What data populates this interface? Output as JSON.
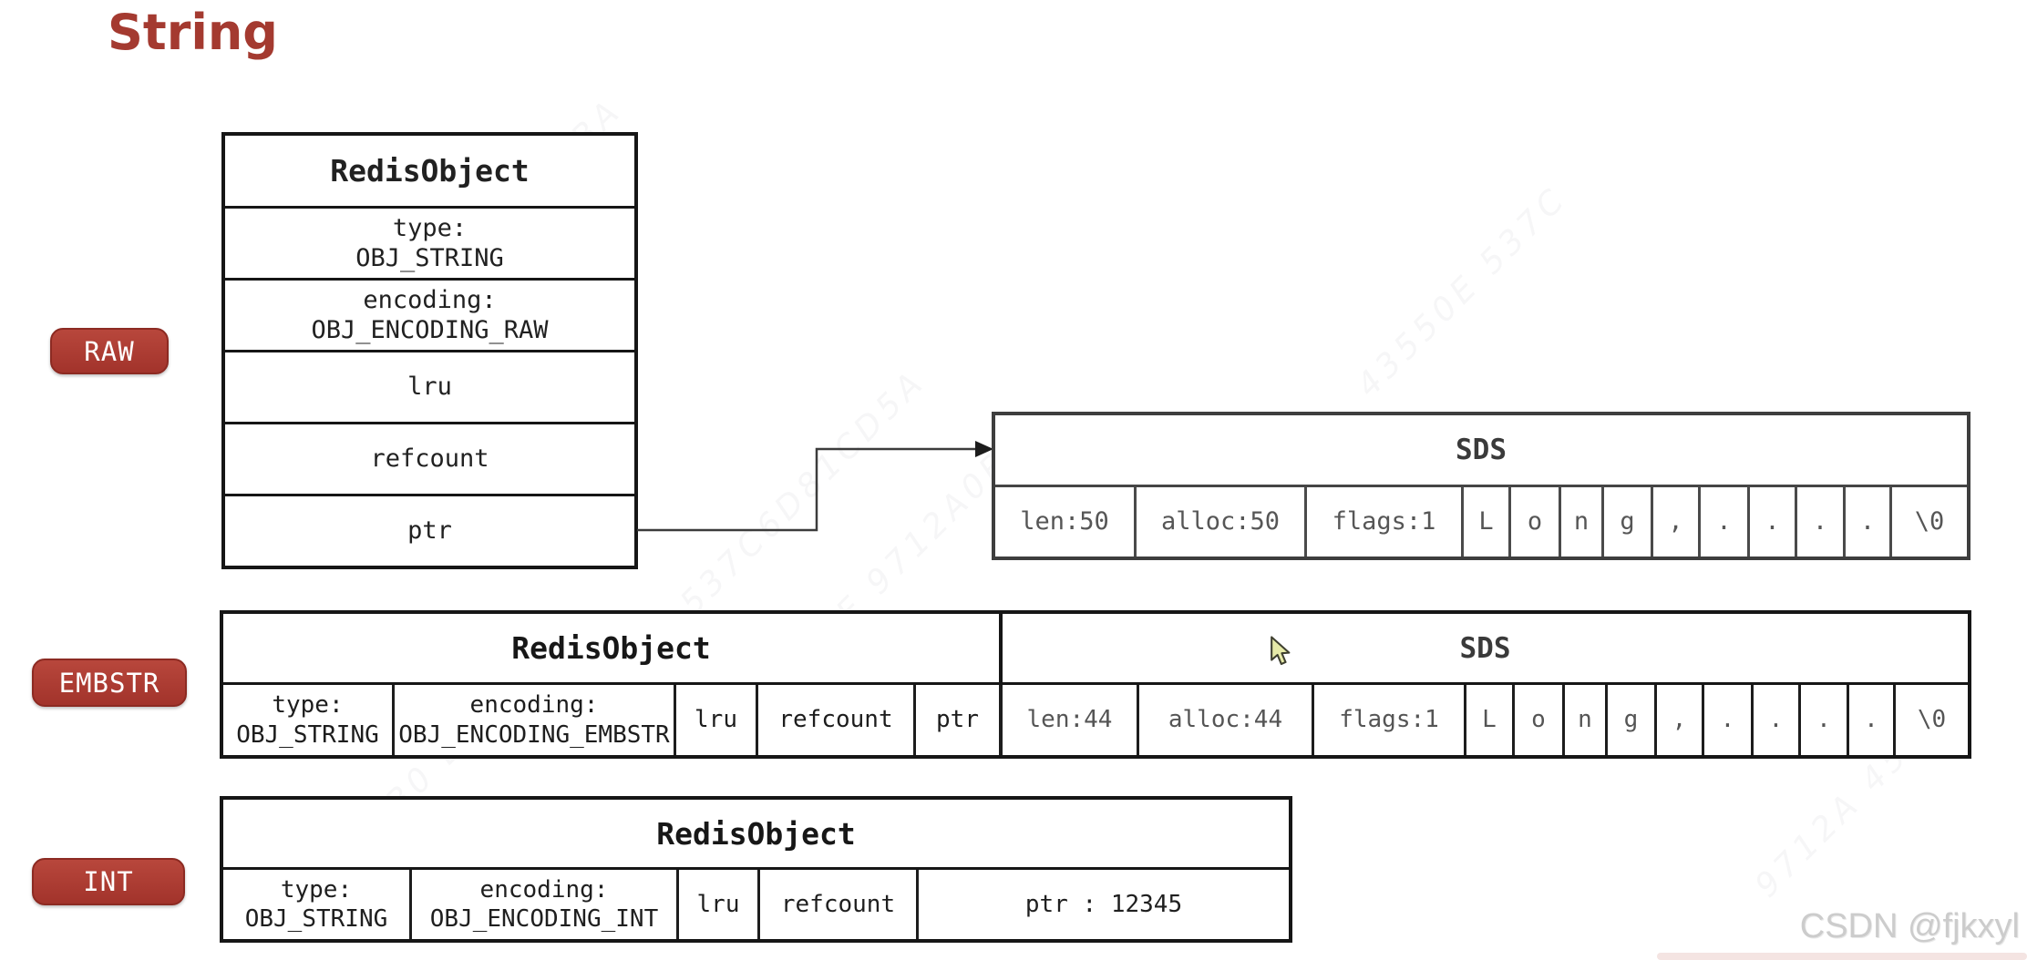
{
  "title": "String",
  "title_color": "#a43a30",
  "badge_color": "#a2332b",
  "watermark": "CSDN @fjkxyl",
  "bg_watermarks": [
    "537C6D81CD5A",
    "43550E 9712A0B0",
    "537C6D81CD5A BA",
    "9712A0B0 BA",
    "43550E 537C",
    "9712A 45"
  ],
  "badges": {
    "raw": "RAW",
    "embstr": "EMBSTR",
    "int": "INT"
  },
  "raw": {
    "object_title": "RedisObject",
    "fields": {
      "type": "type:\nOBJ_STRING",
      "encoding": "encoding:\nOBJ_ENCODING_RAW",
      "lru": "lru",
      "refcount": "refcount",
      "ptr": "ptr"
    },
    "sds_title": "SDS",
    "sds_cells": [
      "len:50",
      "alloc:50",
      "flags:1",
      "L",
      "o",
      "n",
      "g",
      ",",
      ".",
      ".",
      ".",
      ".",
      "\\0"
    ]
  },
  "embstr": {
    "object_title": "RedisObject",
    "sds_title": "SDS",
    "cells": [
      "type:\nOBJ_STRING",
      "encoding:\nOBJ_ENCODING_EMBSTR",
      "lru",
      "refcount",
      "ptr",
      "len:44",
      "alloc:44",
      "flags:1",
      "L",
      "o",
      "n",
      "g",
      ",",
      ".",
      ".",
      ".",
      ".",
      "\\0"
    ]
  },
  "int": {
    "object_title": "RedisObject",
    "cells": [
      "type:\nOBJ_STRING",
      "encoding:\nOBJ_ENCODING_INT",
      "lru",
      "refcount",
      "ptr : 12345"
    ]
  }
}
